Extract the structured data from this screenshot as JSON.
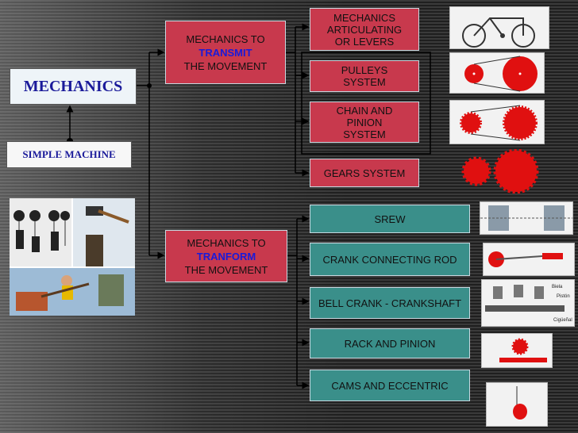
{
  "root": {
    "title": "MECHANICS"
  },
  "simple_machine": {
    "label": "SIMPLE MACHINE"
  },
  "transmit": {
    "line1": "MECHANICS TO",
    "keyword": "TRANSMIT",
    "line3": "THE MOVEMENT"
  },
  "transform": {
    "line1": "MECHANICS TO",
    "keyword": "TRANFORM",
    "line3": "THE MOVEMENT"
  },
  "transmit_items": [
    {
      "lines": [
        "MECHANICS",
        "ARTICULATING",
        "OR LEVERS"
      ]
    },
    {
      "lines": [
        "PULLEYS",
        "SYSTEM"
      ]
    },
    {
      "lines": [
        "CHAIN AND",
        "PINION",
        "SYSTEM"
      ]
    },
    {
      "lines": [
        "GEARS SYSTEM"
      ]
    }
  ],
  "transform_items": [
    {
      "label": "SREW"
    },
    {
      "label": "CRANK CONNECTING ROD"
    },
    {
      "label": "BELL CRANK - CRANKSHAFT"
    },
    {
      "label": "RACK AND PINION"
    },
    {
      "label": "CAMS AND ECCENTRIC"
    }
  ],
  "images": [
    {
      "icon": "lever-bicycle-image"
    },
    {
      "icon": "pulley-system-image"
    },
    {
      "icon": "chain-pinion-image"
    },
    {
      "icon": "gears-image"
    },
    {
      "icon": "screw-bolt-image"
    },
    {
      "icon": "crank-rod-image"
    },
    {
      "icon": "crankshaft-image",
      "labels": [
        "Biela",
        "Pistón",
        "Cigüeñal"
      ]
    },
    {
      "icon": "rack-pinion-image"
    },
    {
      "icon": "cam-image"
    }
  ],
  "colors": {
    "red_box": "#c8394d",
    "teal_box": "#3a8f8a",
    "keyword": "#1a1ad8",
    "title": "#1a1a9a"
  }
}
